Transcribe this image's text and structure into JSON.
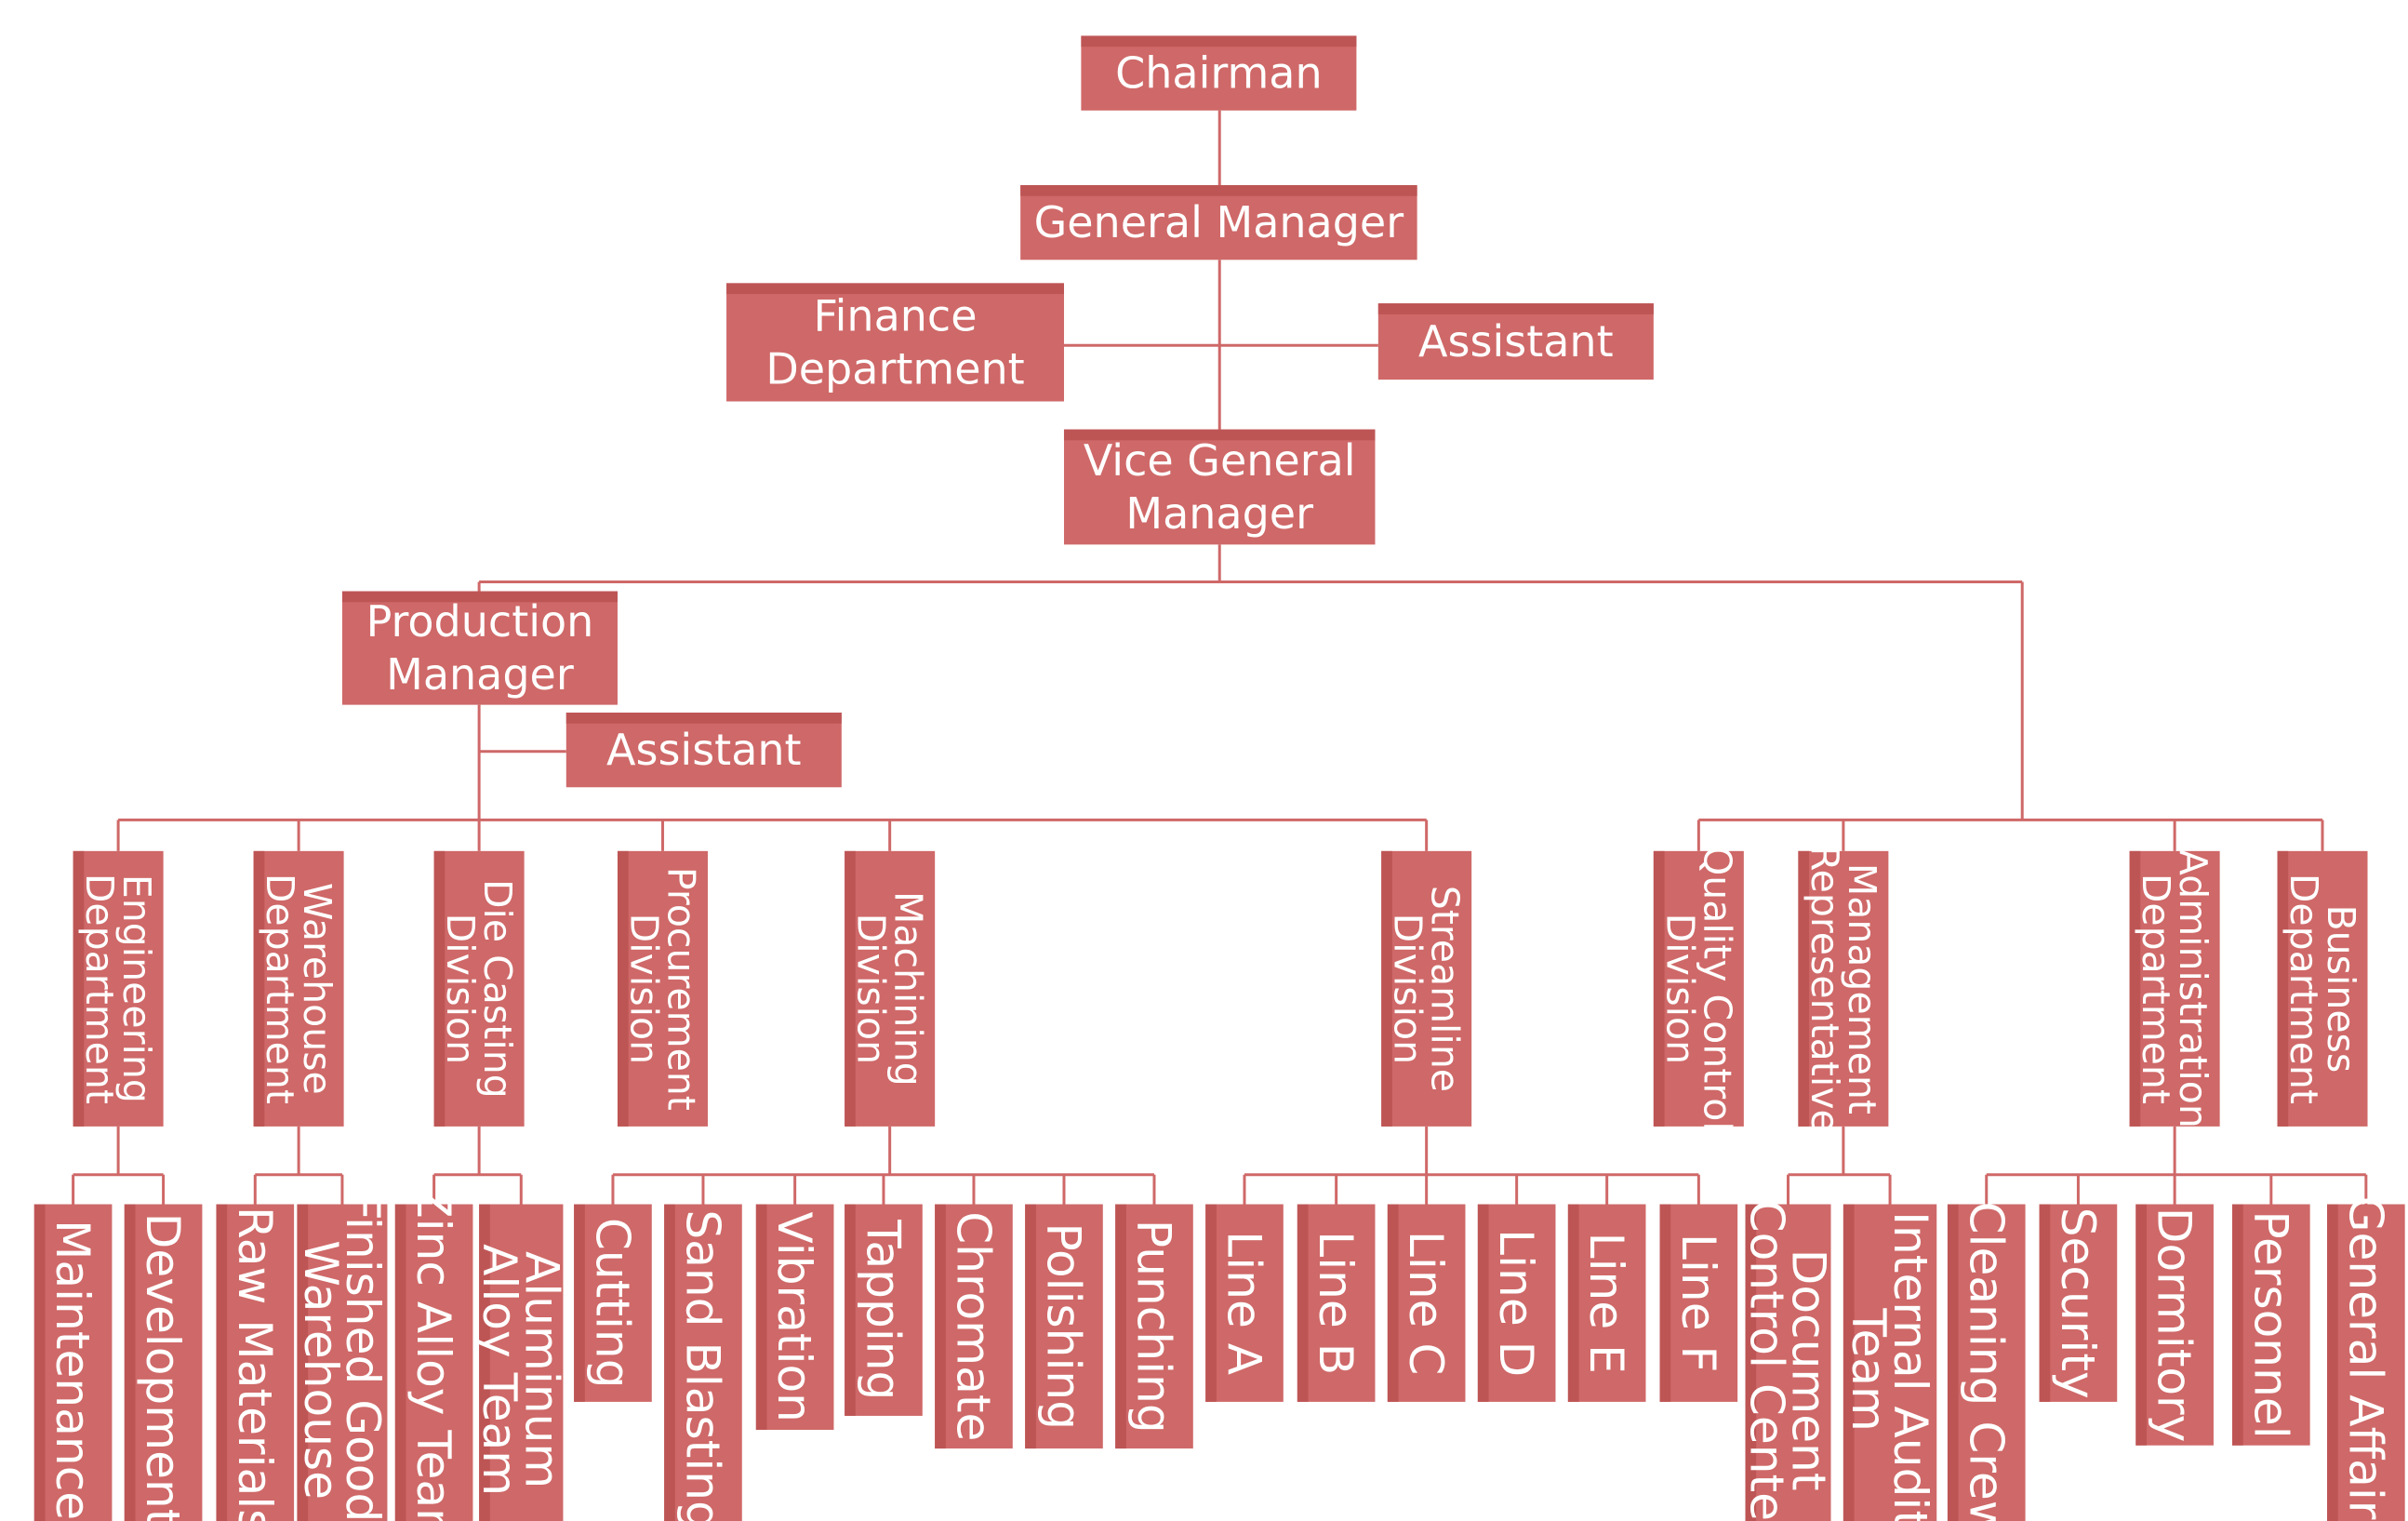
{
  "colors": {
    "box": "#cf6868",
    "box_band": "#be5555",
    "connector": "#cf6868",
    "text": "#ffffff",
    "background": "#ffffff"
  },
  "top": {
    "chairman": "Chairman",
    "general_manager": "General Manager",
    "finance": [
      "Finance",
      "Department"
    ],
    "assistant": "Assistant",
    "vice_general_manager": [
      "Vice General",
      "Manager"
    ],
    "production_manager": [
      "Production",
      "Manager"
    ],
    "production_assistant": "Assistant"
  },
  "divisions": [
    {
      "key": "engineering",
      "lines": [
        "Engineering",
        "Department"
      ]
    },
    {
      "key": "warehouse",
      "lines": [
        "Warehouse",
        "Department"
      ]
    },
    {
      "key": "die-casting",
      "lines": [
        "Die Casting",
        "Division"
      ]
    },
    {
      "key": "procurement",
      "lines": [
        "Procurement",
        "Division"
      ]
    },
    {
      "key": "machining",
      "lines": [
        "Machining",
        "Division"
      ]
    },
    {
      "key": "streamline",
      "lines": [
        "Streamline",
        "Division"
      ]
    },
    {
      "key": "quality-control",
      "lines": [
        "Quality Control",
        "Division"
      ]
    },
    {
      "key": "management-rep",
      "lines": [
        "Management",
        "Representative"
      ]
    },
    {
      "key": "administration",
      "lines": [
        "Administration",
        "Department"
      ]
    },
    {
      "key": "business",
      "lines": [
        "Business",
        "Department"
      ]
    }
  ],
  "teams": [
    {
      "key": "maintenance",
      "parent": "engineering",
      "lines": [
        "Maintenance"
      ]
    },
    {
      "key": "development",
      "parent": "engineering",
      "lines": [
        "Development"
      ]
    },
    {
      "key": "raw-materials",
      "parent": "warehouse",
      "lines": [
        "Raw Materials"
      ]
    },
    {
      "key": "finished-goods",
      "parent": "warehouse",
      "lines": [
        "Finished Goods",
        "Warehouse"
      ]
    },
    {
      "key": "zinc-alloy",
      "parent": "die-casting",
      "lines": [
        "Zinc Alloy Team"
      ]
    },
    {
      "key": "aluminum-alloy",
      "parent": "die-casting",
      "lines": [
        "Aluminum",
        "Alloy Team"
      ]
    },
    {
      "key": "cutting",
      "parent": "machining",
      "lines": [
        "Cutting"
      ]
    },
    {
      "key": "sand-blasting",
      "parent": "machining",
      "lines": [
        "Sand Blasting"
      ]
    },
    {
      "key": "vibration",
      "parent": "machining",
      "lines": [
        "Vibration"
      ]
    },
    {
      "key": "tapping",
      "parent": "machining",
      "lines": [
        "Tapping"
      ]
    },
    {
      "key": "chromate",
      "parent": "machining",
      "lines": [
        "Chromate"
      ]
    },
    {
      "key": "polishing",
      "parent": "machining",
      "lines": [
        "Polishing"
      ]
    },
    {
      "key": "punching",
      "parent": "machining",
      "lines": [
        "Punching"
      ]
    },
    {
      "key": "line-a",
      "parent": "streamline",
      "lines": [
        "Line A"
      ]
    },
    {
      "key": "line-b",
      "parent": "streamline",
      "lines": [
        "Line B"
      ]
    },
    {
      "key": "line-c",
      "parent": "streamline",
      "lines": [
        "Line C"
      ]
    },
    {
      "key": "line-d",
      "parent": "streamline",
      "lines": [
        "Line D"
      ]
    },
    {
      "key": "line-e",
      "parent": "streamline",
      "lines": [
        "Line E"
      ]
    },
    {
      "key": "line-f",
      "parent": "streamline",
      "lines": [
        "Line F"
      ]
    },
    {
      "key": "document-control",
      "parent": "management-rep",
      "lines": [
        "Document",
        "Control Center"
      ]
    },
    {
      "key": "internal-audit",
      "parent": "management-rep",
      "lines": [
        "Internal Audit",
        "Team"
      ]
    },
    {
      "key": "cleaning-crew",
      "parent": "administration",
      "lines": [
        "Cleaning Crew"
      ]
    },
    {
      "key": "security",
      "parent": "administration",
      "lines": [
        "Security"
      ]
    },
    {
      "key": "dormitory",
      "parent": "administration",
      "lines": [
        "Dormitory"
      ]
    },
    {
      "key": "personnel",
      "parent": "administration",
      "lines": [
        "Personnel"
      ]
    },
    {
      "key": "general-affairs",
      "parent": "administration",
      "lines": [
        "General Affairs"
      ]
    }
  ]
}
